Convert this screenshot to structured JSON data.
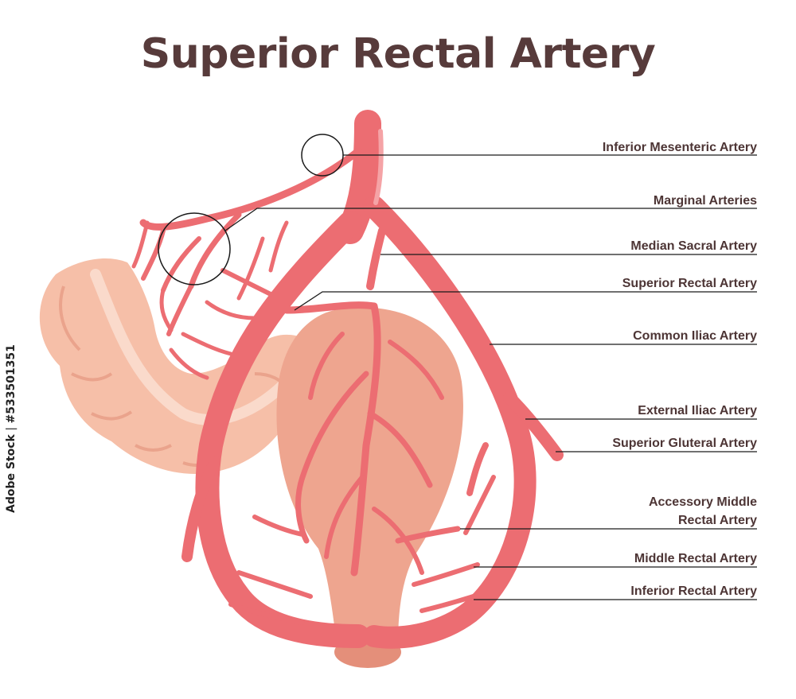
{
  "title": "Superior Rectal Artery",
  "labels": [
    {
      "id": "inferior-mesenteric-artery",
      "text": "Inferior Mesenteric Artery"
    },
    {
      "id": "marginal-arteries",
      "text": "Marginal  Arteries"
    },
    {
      "id": "median-sacral-artery",
      "text": "Median Sacral Artery"
    },
    {
      "id": "superior-rectal-artery",
      "text": "Superior Rectal Artery"
    },
    {
      "id": "common-iliac-artery",
      "text": "Common Iliac Artery"
    },
    {
      "id": "external-iliac-artery",
      "text": "External Iliac Artery"
    },
    {
      "id": "superior-gluteral-artery",
      "text": "Superior Gluteral Artery"
    },
    {
      "id": "accessory-middle-rectal-artery",
      "line1": "Accessory Middle",
      "line2": "Rectal Artery"
    },
    {
      "id": "middle-rectal-artery",
      "text": "Middle Rectal Artery"
    },
    {
      "id": "inferior-rectal-artery",
      "text": "Inferior Rectal Artery"
    }
  ],
  "watermark": {
    "brand": "Adobe Stock",
    "separator": " | ",
    "id": "#533501351"
  },
  "colors": {
    "artery": "#ec6d72",
    "artery_dark": "#d9545b",
    "colon": "#f6bfa8",
    "colon_dark": "#eaa38c",
    "rectum": "#eea58f",
    "title": "#573b3b",
    "label": "#4d3535",
    "leader": "#1a1a1a"
  }
}
